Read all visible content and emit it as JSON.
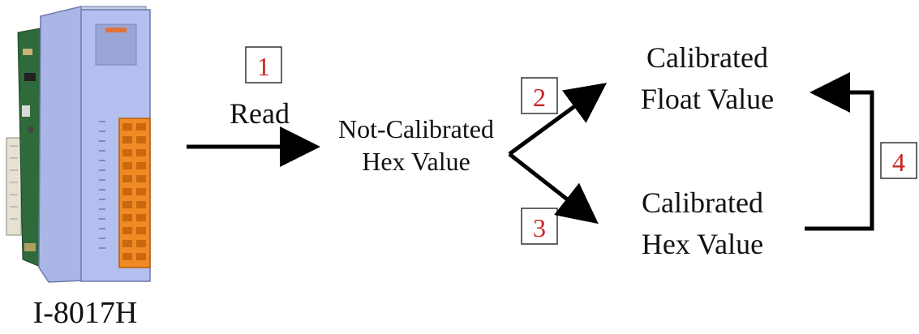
{
  "device": {
    "name": "I-8017H"
  },
  "steps": {
    "read": {
      "number": "1",
      "label": "Read"
    },
    "to_float": {
      "number": "2"
    },
    "to_hex": {
      "number": "3"
    },
    "hex_to_float": {
      "number": "4"
    }
  },
  "nodes": {
    "not_calibrated": {
      "line1": "Not-Calibrated",
      "line2": "Hex Value"
    },
    "calibrated_float": {
      "line1": "Calibrated",
      "line2": "Float Value"
    },
    "calibrated_hex": {
      "line1": "Calibrated",
      "line2": "Hex Value"
    }
  },
  "colors": {
    "module_body": "#a9b6e6",
    "terminal_block": "#f08a24",
    "pcb_green": "#2f6a3a",
    "step_number": "#cc2222"
  }
}
